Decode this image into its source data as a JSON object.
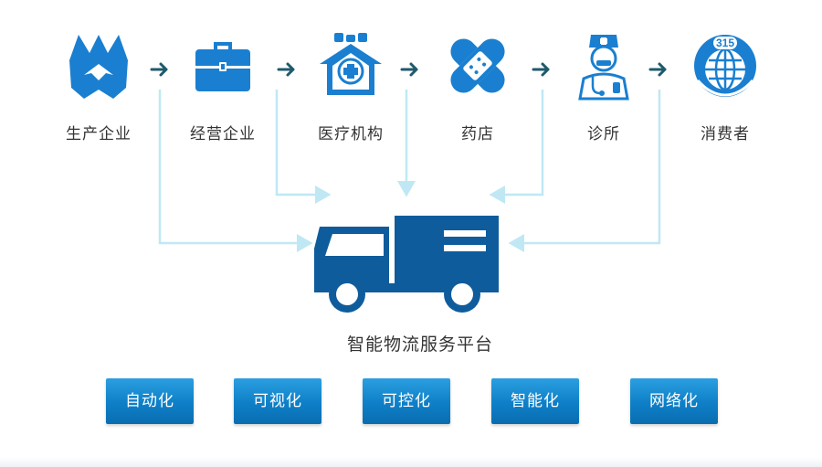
{
  "colors": {
    "icon_blue": "#1a7fd0",
    "truck_blue": "#0f5c9c",
    "arrow_teal": "#1f5a6b",
    "connector": "#bfe8f4",
    "button_blue": "#0e7fc7"
  },
  "nodes": [
    {
      "label": "生产企业",
      "icon": "manufacturer-logo-icon"
    },
    {
      "label": "经营企业",
      "icon": "briefcase-icon"
    },
    {
      "label": "医疗机构",
      "icon": "hospital-icon"
    },
    {
      "label": "药店",
      "icon": "bandage-icon"
    },
    {
      "label": "诊所",
      "icon": "nurse-icon"
    },
    {
      "label": "消费者",
      "icon": "consumer-315-icon"
    }
  ],
  "platform": {
    "label": "智能物流服务平台",
    "icon": "truck-icon"
  },
  "features": [
    {
      "label": "自动化"
    },
    {
      "label": "可视化"
    },
    {
      "label": "可控化"
    },
    {
      "label": "智能化"
    },
    {
      "label": "网络化"
    }
  ],
  "badge_text": "315"
}
